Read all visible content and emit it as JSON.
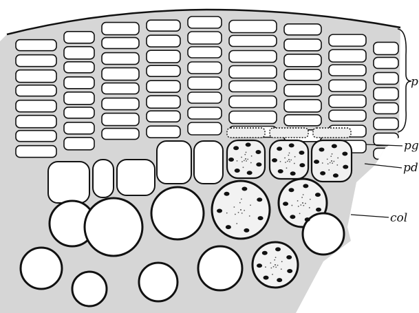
{
  "figure": {
    "labels": {
      "phellem": "p",
      "phellogen": "pg",
      "phelloderm": "pd",
      "collenchyma": "col"
    },
    "colors": {
      "ink": "#111111",
      "wall_fill": "#d9d9d9",
      "paper": "#ffffff"
    }
  }
}
